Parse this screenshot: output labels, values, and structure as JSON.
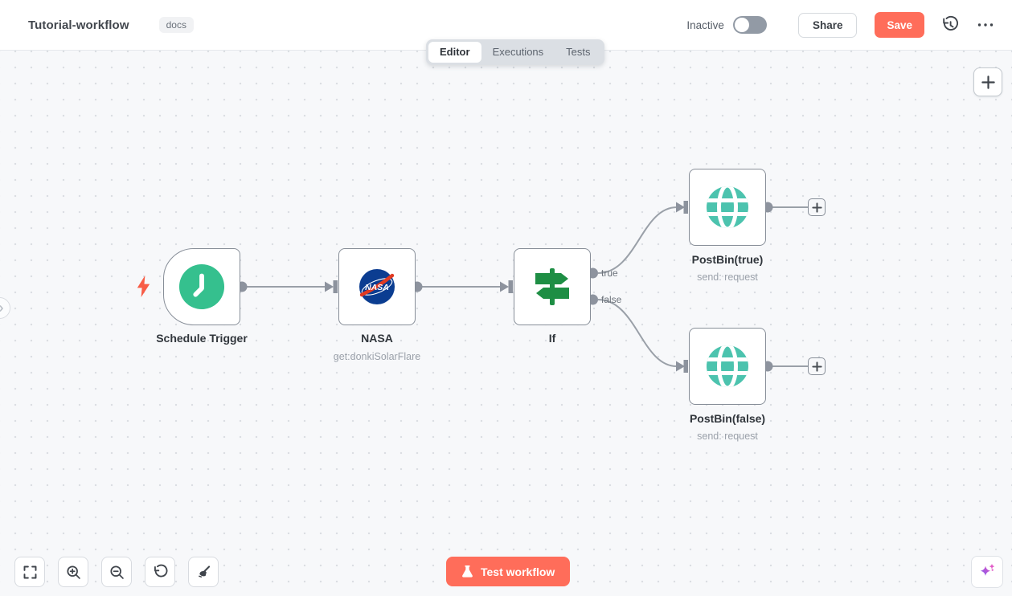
{
  "header": {
    "title": "Tutorial-workflow",
    "tag": "docs",
    "status": "Inactive",
    "share": "Share",
    "save": "Save"
  },
  "tabs": {
    "editor": "Editor",
    "executions": "Executions",
    "tests": "Tests"
  },
  "workflow": {
    "nodes": [
      {
        "name": "Schedule Trigger"
      },
      {
        "name": "NASA",
        "subtitle": "get:donkiSolarFlare",
        "icon_text": "NASA"
      },
      {
        "name": "If",
        "outputs": [
          "true",
          "false"
        ]
      },
      {
        "name": "PostBin(true)",
        "subtitle": "send: request"
      },
      {
        "name": "PostBin(false)",
        "subtitle": "send: request"
      }
    ]
  },
  "footer": {
    "test_workflow": "Test workflow"
  },
  "colors": {
    "accent": "#ff6d5a",
    "canvas_bg": "#f7f8fa",
    "node_border": "#878e98",
    "wire": "#9aa0a8",
    "trigger_green": "#35c08e",
    "if_green": "#1e8e44",
    "globe_teal": "#4cc3ae",
    "nasa_blue": "#0b3d91",
    "nasa_red": "#e03a22",
    "ai_purple": "#7c5bf0",
    "ai_pink": "#e052c4"
  }
}
